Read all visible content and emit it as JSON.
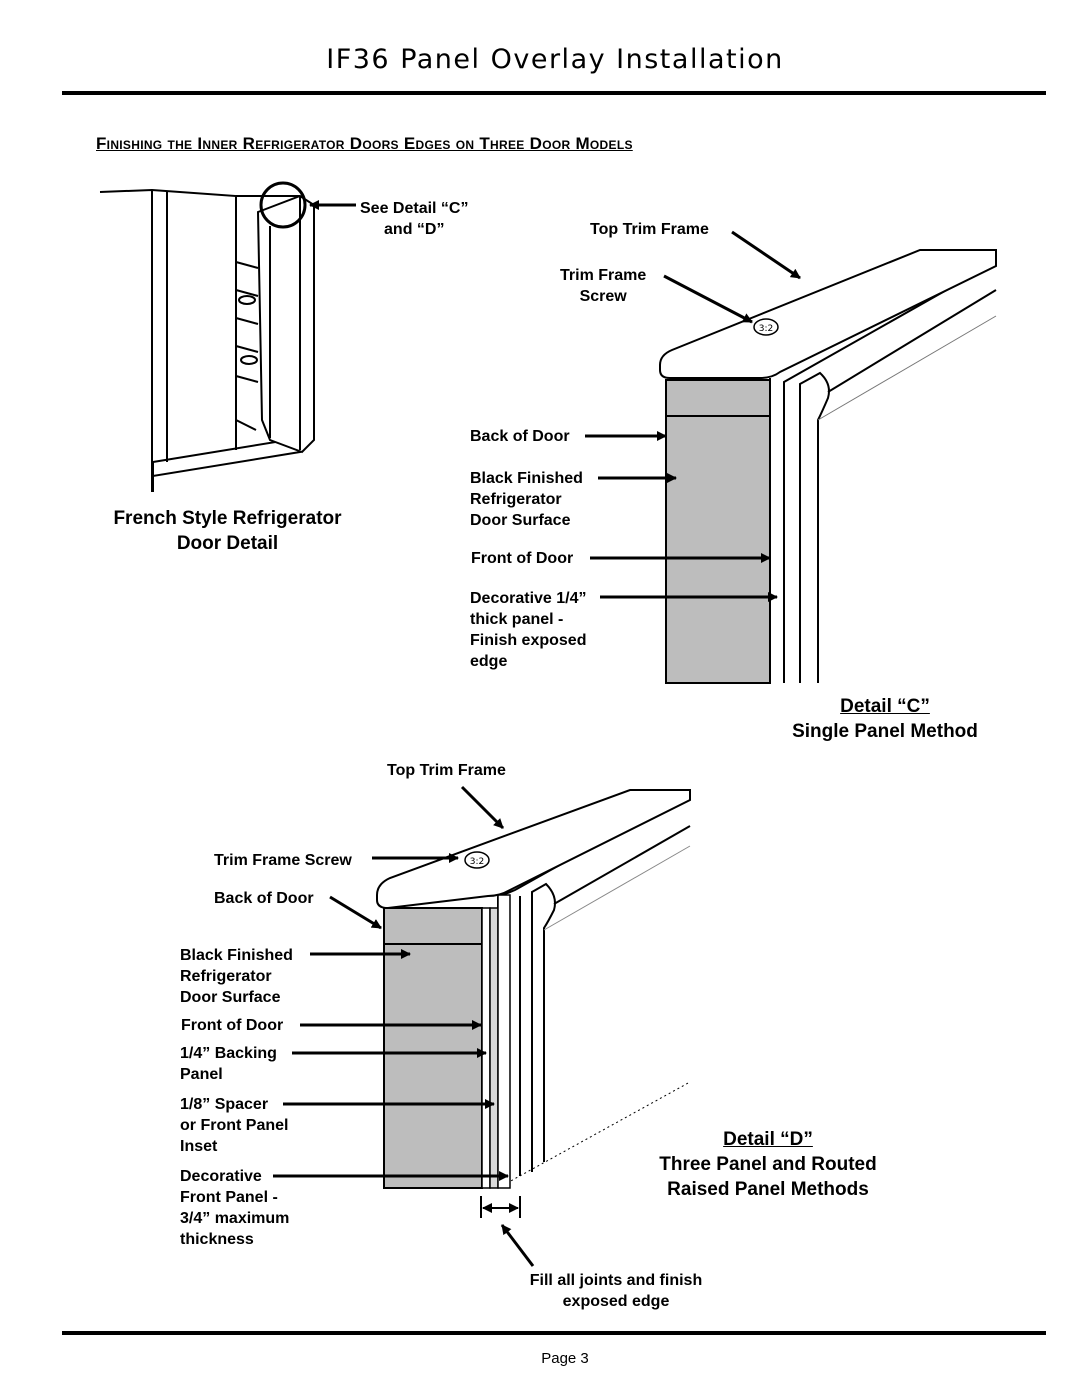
{
  "header": {
    "title": "IF36 Panel Overlay Installation"
  },
  "section_heading": "Finishing the Inner Refrigerator Doors Edges on Three Door Models",
  "fridge": {
    "callout": "See Detail “C”\nand “D”",
    "caption_line1": "French Style Refrigerator",
    "caption_line2": "Door Detail"
  },
  "detail_c": {
    "labels": {
      "top_trim_frame": "Top Trim Frame",
      "trim_frame_screw": "Trim Frame\nScrew",
      "back_of_door": "Back of Door",
      "black_finished": "Black Finished\nRefrigerator\nDoor Surface",
      "front_of_door": "Front of Door",
      "decorative_panel": "Decorative 1/4”\nthick panel -\nFinish exposed\nedge"
    },
    "caption_title": "Detail “C”",
    "caption_sub": "Single Panel Method"
  },
  "detail_d": {
    "labels": {
      "top_trim_frame": "Top Trim Frame",
      "trim_frame_screw": "Trim Frame Screw",
      "back_of_door": "Back of Door",
      "black_finished": "Black Finished\nRefrigerator\nDoor Surface",
      "front_of_door": "Front of Door",
      "backing_panel": "1/4” Backing\nPanel",
      "spacer": "1/8” Spacer\nor Front Panel\nInset",
      "decorative_front": "Decorative\nFront Panel -\n3/4” maximum\nthickness",
      "fill_joints": "Fill all joints and finish\nexposed edge"
    },
    "caption_title": "Detail “D”",
    "caption_sub1": "Three Panel and Routed",
    "caption_sub2": "Raised Panel Methods"
  },
  "footer": {
    "page": "Page 3"
  }
}
